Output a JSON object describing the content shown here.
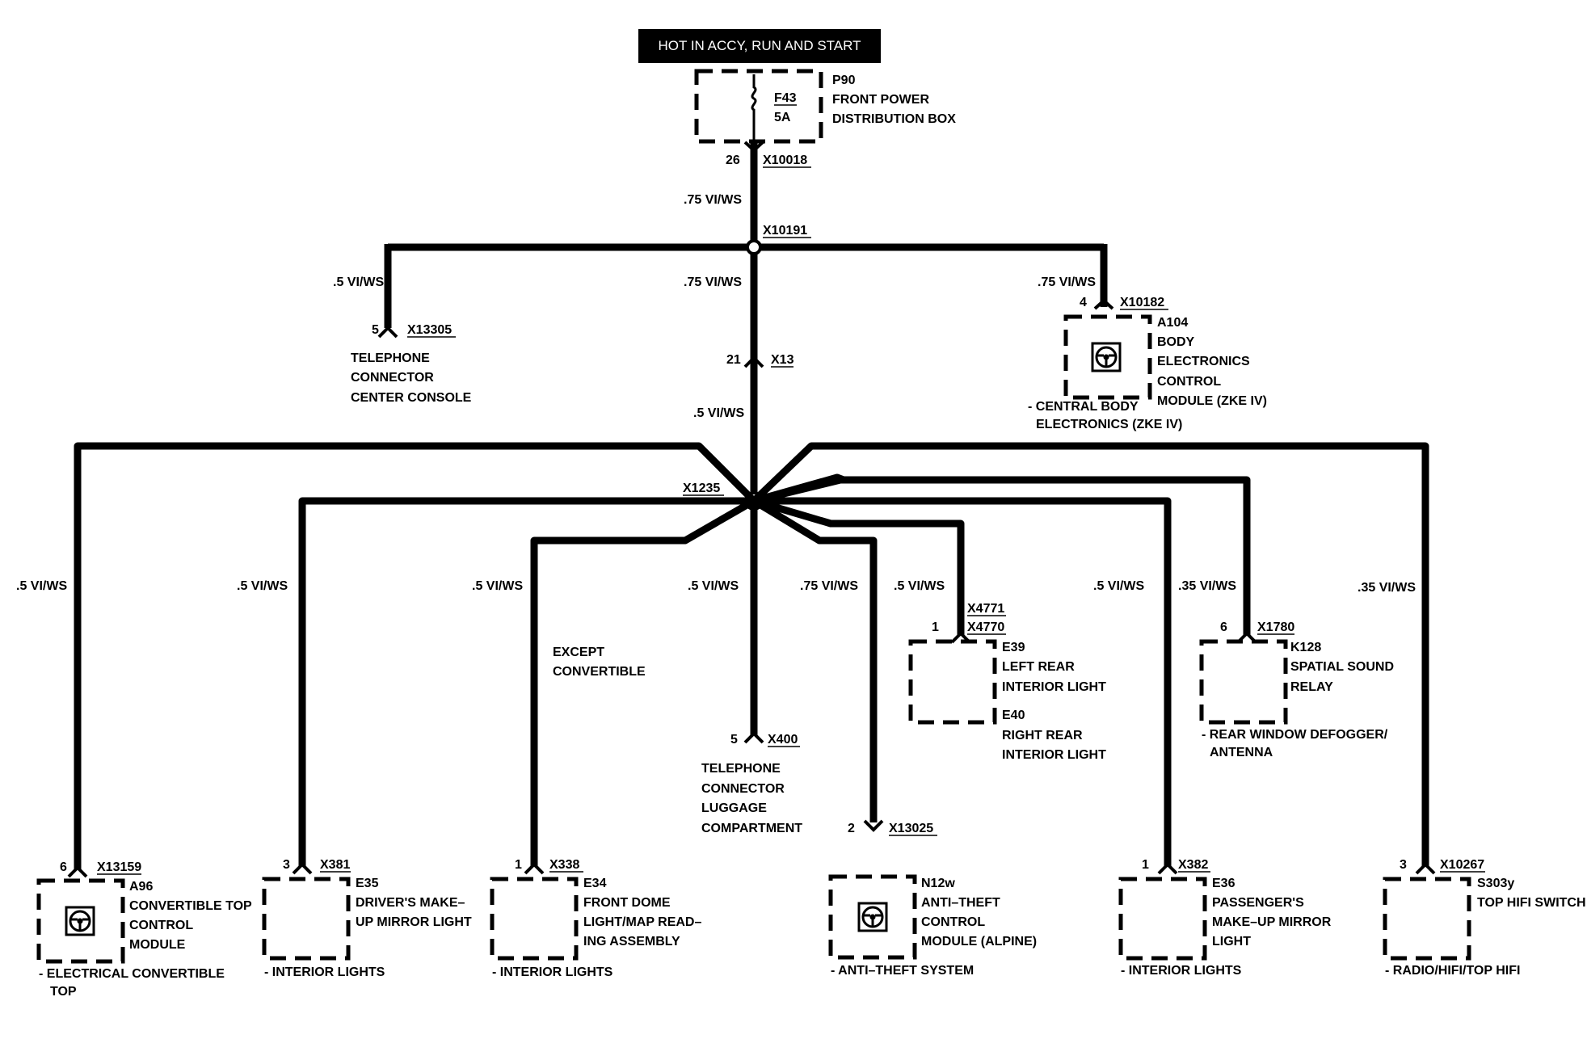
{
  "header": {
    "title": "HOT IN ACCY, RUN AND START"
  },
  "fuse_box": {
    "fuse": "F43",
    "rating": "5A",
    "component": "P90",
    "desc": [
      "FRONT POWER",
      "DISTRIBUTION BOX"
    ],
    "pin": "26",
    "connector": "X10018"
  },
  "wire_labels": {
    "main_trunk": ".75 VI/WS",
    "main_trunk_lower": ".75 VI/WS",
    "to_x13305": ".5 VI/WS",
    "to_a104": ".75 VI/WS",
    "after_x13": ".5 VI/WS"
  },
  "splices": {
    "upper": "X10191",
    "lower": "X1235"
  },
  "inline_connector": {
    "pin": "21",
    "name": "X13"
  },
  "telephone_console": {
    "pin": "5",
    "connector": "X13305",
    "desc": [
      "TELEPHONE",
      "CONNECTOR",
      "CENTER CONSOLE"
    ]
  },
  "a104": {
    "pin": "4",
    "connector": "X10182",
    "component": "A104",
    "desc": [
      "BODY",
      "ELECTRONICS",
      "CONTROL",
      "MODULE (ZKE IV)"
    ],
    "system": [
      "- CENTRAL BODY",
      "ELECTRONICS (ZKE IV)"
    ]
  },
  "branches": {
    "a96": {
      "wire": ".5 VI/WS",
      "pin": "6",
      "connector": "X13159",
      "component": "A96",
      "desc": [
        "CONVERTIBLE TOP",
        "CONTROL",
        "MODULE"
      ],
      "system": [
        "- ELECTRICAL CONVERTIBLE",
        "TOP"
      ]
    },
    "e35": {
      "wire": ".5 VI/WS",
      "pin": "3",
      "connector": "X381",
      "component": "E35",
      "desc": [
        "DRIVER'S MAKE–",
        "UP MIRROR LIGHT"
      ],
      "system": [
        "- INTERIOR LIGHTS"
      ]
    },
    "e34": {
      "wire": ".5 VI/WS",
      "note": [
        "EXCEPT",
        "CONVERTIBLE"
      ],
      "pin": "1",
      "connector": "X338",
      "component": "E34",
      "desc": [
        "FRONT DOME",
        "LIGHT/MAP READ–",
        "ING ASSEMBLY"
      ],
      "system": [
        "- INTERIOR LIGHTS"
      ]
    },
    "x400": {
      "wire": ".5 VI/WS",
      "pin": "5",
      "connector": "X400",
      "desc": [
        "TELEPHONE",
        "CONNECTOR",
        "LUGGAGE",
        "COMPARTMENT"
      ]
    },
    "n12w": {
      "wire": ".75 VI/WS",
      "pin": "2",
      "connector": "X13025",
      "component": "N12w",
      "desc": [
        "ANTI–THEFT",
        "CONTROL",
        "MODULE (ALPINE)"
      ],
      "system": [
        "- ANTI–THEFT SYSTEM"
      ]
    },
    "e39": {
      "wire": ".5 VI/WS",
      "pin": "1",
      "connector_a": "X4771",
      "connector_b": "X4770",
      "component": "E39",
      "desc": [
        "LEFT REAR",
        "INTERIOR LIGHT"
      ],
      "component2": "E40",
      "desc2": [
        "RIGHT REAR",
        "INTERIOR LIGHT"
      ]
    },
    "e36": {
      "wire": ".5 VI/WS",
      "pin": "1",
      "connector": "X382",
      "component": "E36",
      "desc": [
        "PASSENGER'S",
        "MAKE–UP MIRROR",
        "LIGHT"
      ],
      "system": [
        "- INTERIOR LIGHTS"
      ]
    },
    "k128": {
      "wire": ".35 VI/WS",
      "pin": "6",
      "connector": "X1780",
      "component": "K128",
      "desc": [
        "SPATIAL SOUND",
        "RELAY"
      ],
      "system": [
        "- REAR WINDOW DEFOGGER/",
        "ANTENNA"
      ]
    },
    "s303y": {
      "wire": ".35 VI/WS",
      "pin": "3",
      "connector": "X10267",
      "component": "S303y",
      "desc": [
        "TOP HIFI SWITCH"
      ],
      "system": [
        "- RADIO/HIFI/TOP HIFI"
      ]
    }
  },
  "icons": {
    "module": "steering-wheel-module-icon",
    "fuse": "fuse-icon",
    "splice": "splice-node-icon",
    "connector": "connector-pin-icon"
  },
  "colors": {
    "line": "#000000",
    "header_bg": "#000000",
    "header_text": "#ffffff"
  }
}
